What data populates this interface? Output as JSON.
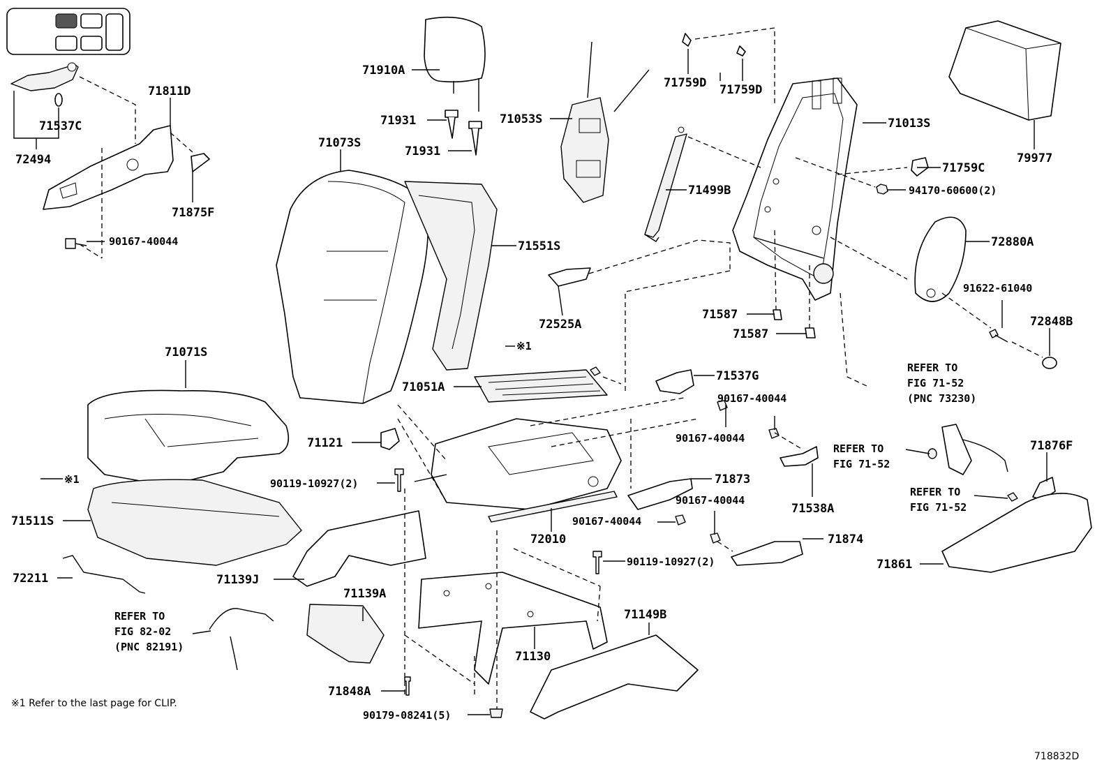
{
  "legend_icon": {
    "name": "seat-position-indicator-icon",
    "highlighted_cell": "front-left"
  },
  "parts": {
    "p71910A": "71910A",
    "p71931a": "71931",
    "p71931b": "71931",
    "p71053S": "71053S",
    "p71759Da": "71759D",
    "p71759Db": "71759D",
    "p71013S": "71013S",
    "p79977": "79977",
    "p71811D": "71811D",
    "p71537C": "71537C",
    "p72494": "72494",
    "p71875F": "71875F",
    "p90167_a": "90167-40044",
    "p71073S": "71073S",
    "p71499B": "71499B",
    "p71759C": "71759C",
    "p94170": "94170-60600(2)",
    "p71551S": "71551S",
    "p72880A": "72880A",
    "p72525A": "72525A",
    "p91622": "91622-61040",
    "p71587a": "71587",
    "p71587b": "71587",
    "p72848B": "72848B",
    "p71071S": "71071S",
    "p71051A": "71051A",
    "p71537G": "71537G",
    "p90167_b": "90167-40044",
    "p90167_c": "90167-40044",
    "p71121": "71121",
    "p90119_a": "90119-10927(2)",
    "p71511S": "71511S",
    "p71873": "71873",
    "p90167_d": "90167-40044",
    "p71538A": "71538A",
    "p90167_e": "90167-40044",
    "p72010": "72010",
    "p71874": "71874",
    "p71876F": "71876F",
    "p72211": "72211",
    "p71139J": "71139J",
    "p90119_b": "90119-10927(2)",
    "p71861": "71861",
    "p71139A": "71139A",
    "p71149B": "71149B",
    "p71130": "71130",
    "p71848A": "71848A",
    "p90179": "90179-08241(5)"
  },
  "clip_marks": {
    "c1": "※1",
    "c2": "※1"
  },
  "refs": {
    "r1": [
      "REFER TO",
      "FIG 71-52",
      "(PNC 73230)"
    ],
    "r2": [
      "REFER TO",
      "FIG 71-52"
    ],
    "r3": [
      "REFER TO",
      "FIG 71-52"
    ],
    "r4": [
      "REFER TO",
      "FIG 82-02",
      "(PNC 82191)"
    ]
  },
  "footnote": "※1 Refer to the last page for CLIP.",
  "diagram_id": "718832D"
}
